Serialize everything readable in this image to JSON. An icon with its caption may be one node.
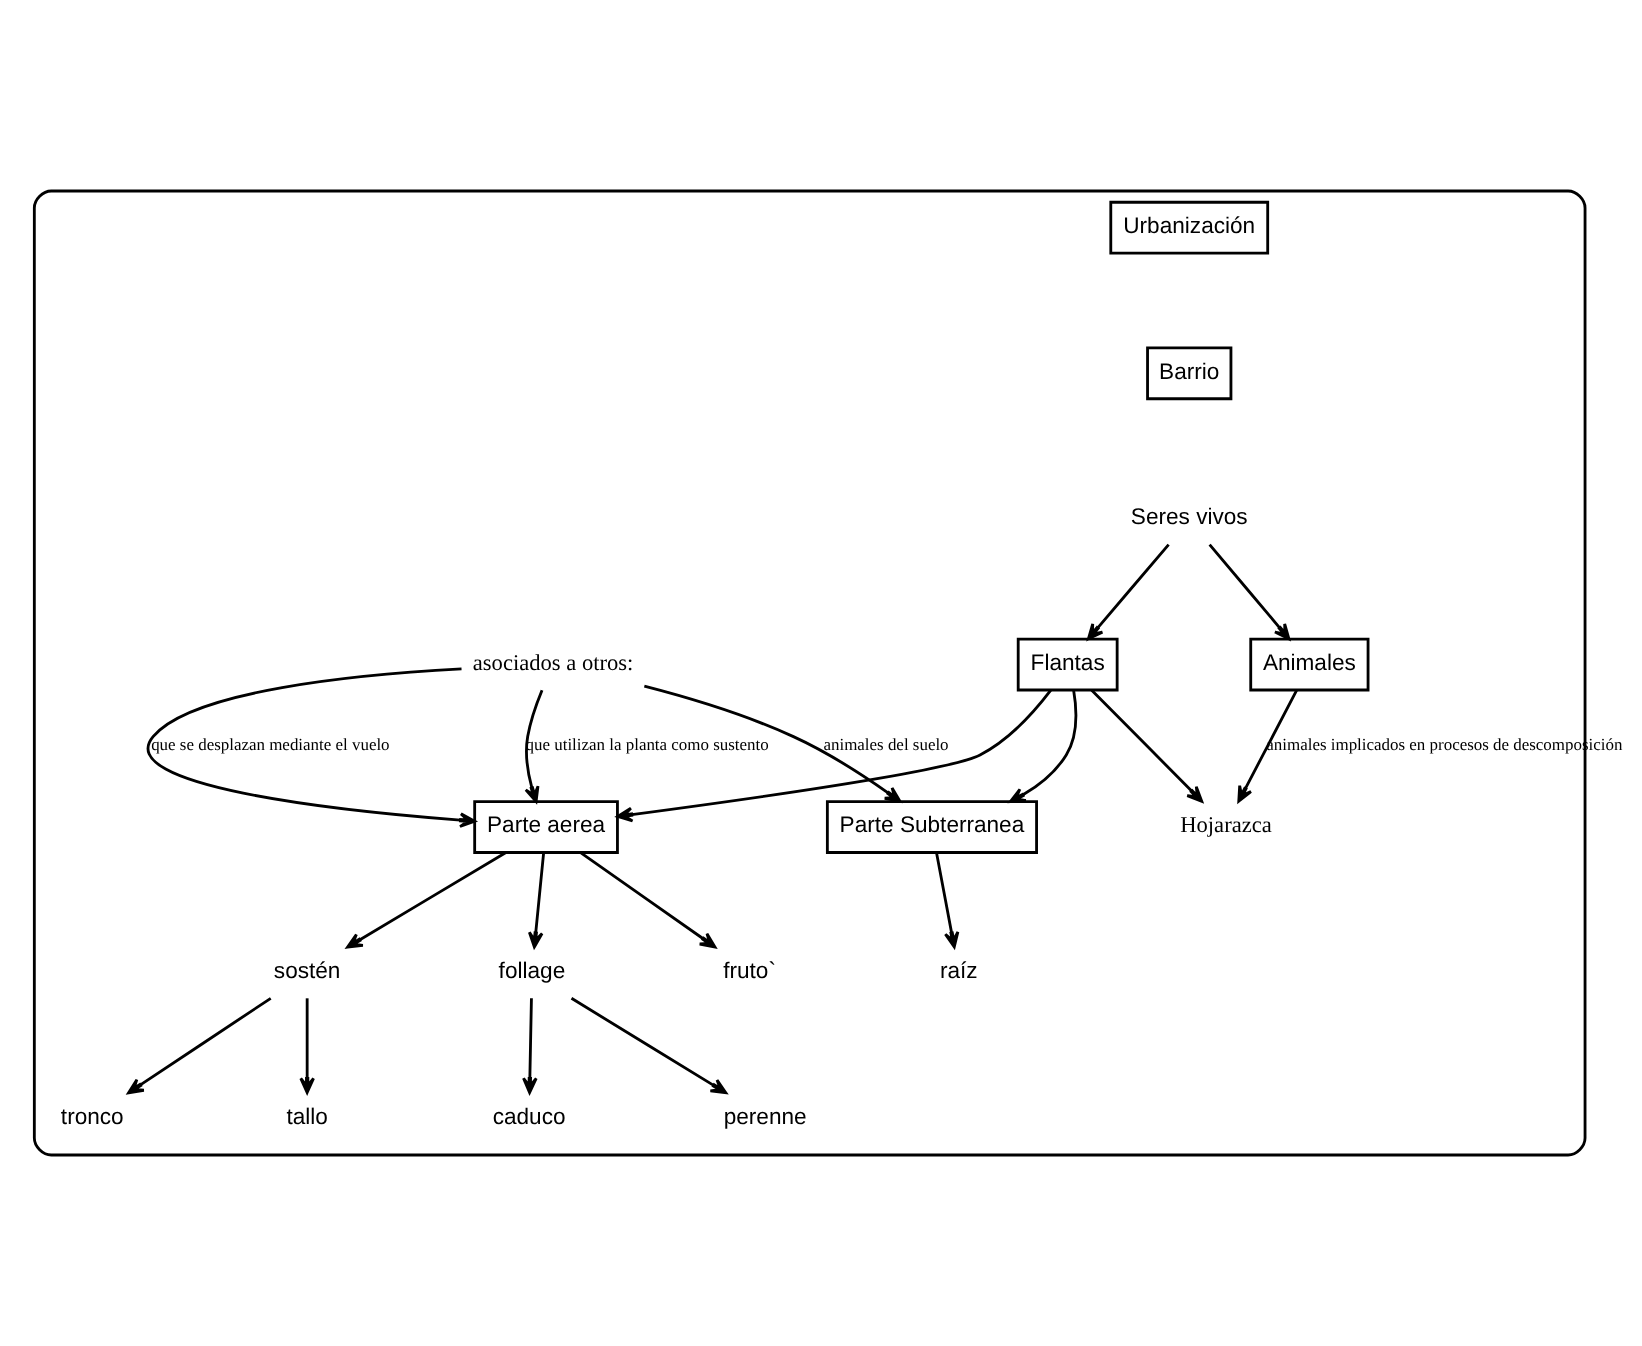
{
  "diagram": {
    "nodes": [
      {
        "text": [],
        "shape": "box"
      },
      {
        "text": [
          "Urbanización"
        ],
        "in": 0
      },
      {
        "text": [
          "Barrio"
        ],
        "in": 0
      },
      {
        "text": [
          "Seres vivos"
        ],
        "in": 0
      },
      {
        "text": [
          "Flantas"
        ],
        "in": 0
      },
      {
        "text": [
          "Parte aerea"
        ],
        "in": 0
      },
      {
        "text": [
          "Animales"
        ],
        "in": 0
      },
      {
        "text": [
          "follage"
        ],
        "in": 0
      },
      {
        "text": [
          "fruto`"
        ],
        "in": 0
      },
      {
        "text": [
          "sostén"
        ],
        "in": 0
      },
      {
        "text": [
          "caduco"
        ],
        "in": 0
      },
      {
        "text": [
          "perenne"
        ],
        "in": 0
      },
      {
        "text": [
          "tronco"
        ],
        "in": 0
      },
      {
        "text": [
          "tallo"
        ],
        "in": 0
      },
      {
        "text": [
          "asociados a otros:"
        ],
        "in": 0
      },
      {
        "text": [
          "Parte Subterranea"
        ],
        "in": 0
      },
      {
        "text": [
          "raíz"
        ],
        "in": 0
      },
      {
        "text": [
          "Hojarazca"
        ],
        "in": 0
      }
    ],
    "edges": [
      {
        "from": 3,
        "to": 4,
        "arrow": "to"
      },
      {
        "from": 3,
        "to": 6,
        "arrow": "to"
      },
      {
        "from": 4,
        "to": 5,
        "arrow": "to"
      },
      {
        "from": 4,
        "to": 15,
        "arrow": "to"
      },
      {
        "from": 5,
        "to": 7,
        "arrow": "to"
      },
      {
        "from": 5,
        "to": 8,
        "arrow": "to"
      },
      {
        "from": 5,
        "to": 9,
        "arrow": "to"
      },
      {
        "from": 7,
        "to": 10,
        "arrow": "to"
      },
      {
        "from": 7,
        "to": 11,
        "arrow": "to"
      },
      {
        "from": 9,
        "to": 12,
        "arrow": "to"
      },
      {
        "from": 9,
        "to": 13,
        "arrow": "to"
      },
      {
        "from": 14,
        "to": 5,
        "arrow": "to",
        "label": "que se desplazan mediante el vuelo"
      },
      {
        "from": 14,
        "to": 5,
        "arrow": "to",
        "label": "que utilizan la planta como sustento"
      },
      {
        "from": 15,
        "to": 16,
        "arrow": "to"
      },
      {
        "from": 14,
        "to": 15,
        "arrow": "to",
        "label": "animales del suelo"
      },
      {
        "from": 4,
        "to": 17,
        "arrow": "to"
      },
      {
        "from": 6,
        "to": 17,
        "arrow": "to",
        "label": "animales implicados en procesos de descomposición"
      }
    ]
  }
}
